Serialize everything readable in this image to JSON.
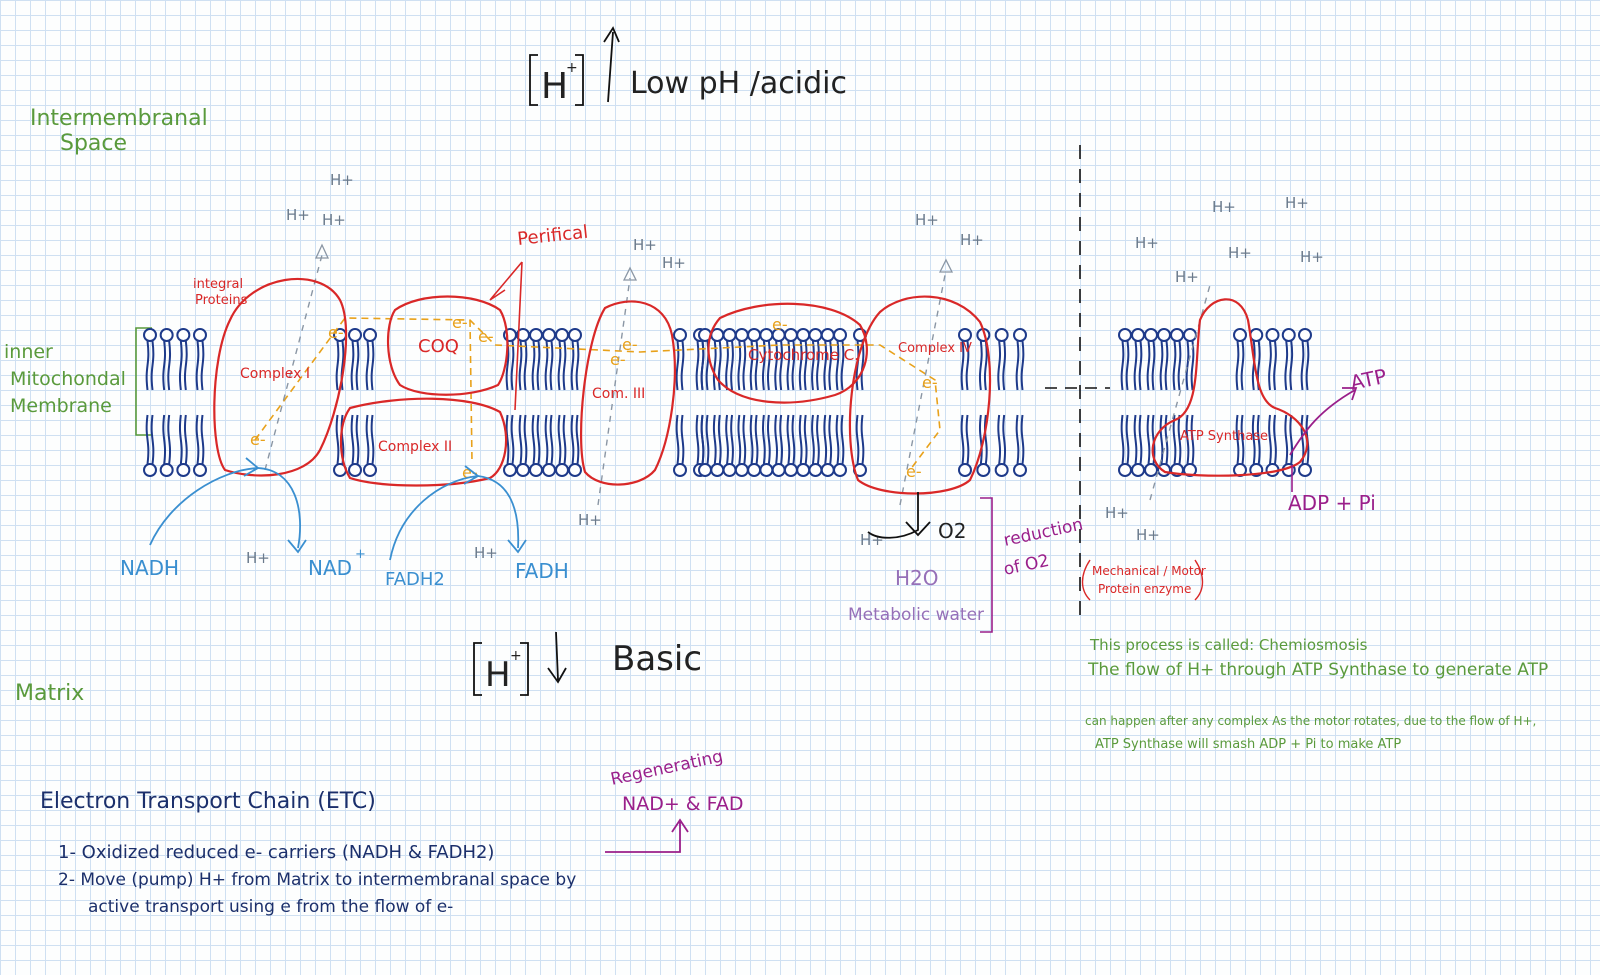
{
  "labels": {
    "top_h": "H",
    "top_plus": "+",
    "top_title": "Low pH /acidic",
    "bottom_h": "H",
    "bottom_plus": "+",
    "bottom_title": "Basic",
    "intermembrane_1": "Intermembranal",
    "intermembrane_2": "Space",
    "inner_1": "inner",
    "inner_2": "Mitochondal",
    "inner_3": "Membrane",
    "matrix": "Matrix",
    "integral_1": "integral",
    "integral_2": "Proteins",
    "perifical": "Perifical",
    "complex_1": "Complex I",
    "coq": "COQ",
    "complex_2": "Complex II",
    "com_3": "Com. III",
    "cytochrome": "Cytochrome C.",
    "complex_4": "Complex IV",
    "atp_synthase": "ATP Synthase",
    "atp": "ATP",
    "adp_pi": "ADP + Pi",
    "nadh": "NADH",
    "nad_plus": "NAD",
    "fadh2": "FADH2",
    "fadh": "FADH",
    "o2": "O2",
    "h2o": "H2O",
    "metabolic_water": "Metabolic water",
    "reduction_1": "reduction",
    "reduction_2": "of O2",
    "mechanical_1": "Mechanical / Motor",
    "mechanical_2": "Protein enzyme",
    "chemio_1": "This process is called: Chemiosmosis",
    "chemio_2": "The flow of H+ through ATP Synthase to generate ATP",
    "chemio_3": "can happen after any complex As the motor rotates, due to the flow of H+,",
    "chemio_4": "ATP Synthase will smash ADP + Pi to make ATP",
    "etc_title": "Electron Transport Chain (ETC)",
    "etc_1": "1- Oxidized reduced e- carriers (NADH & FADH2)",
    "etc_2": "2- Move (pump) H+ from Matrix to intermembranal space by",
    "etc_3": "active transport using e from the flow of e-",
    "regen_1": "Regenerating",
    "regen_2": "NAD+ & FAD",
    "hplus": "H+",
    "electron": "e-",
    "plus": "+"
  }
}
